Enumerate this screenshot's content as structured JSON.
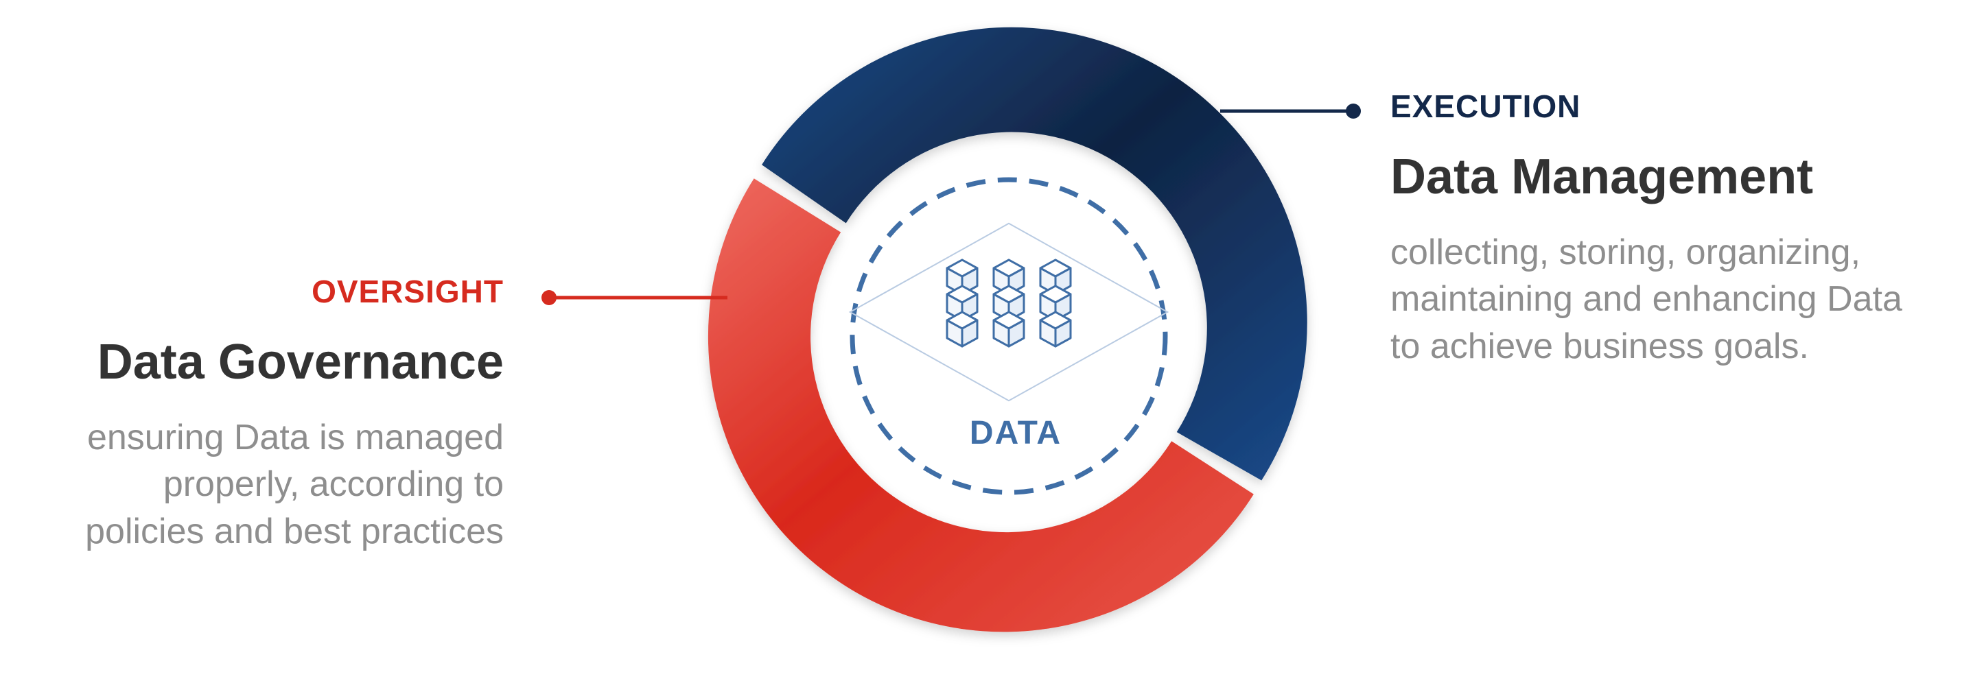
{
  "center": {
    "label": "DATA",
    "icon": "cubes-grid-icon"
  },
  "oversight": {
    "tag": "OVERSIGHT",
    "title": "Data Governance",
    "description_lines": [
      "ensuring Data is managed",
      "properly, according to",
      "policies and best practices"
    ],
    "color": "#d62b1f"
  },
  "execution": {
    "tag": "EXECUTION",
    "title": "Data Management",
    "description_lines": [
      "collecting, storing, organizing,",
      "maintaining and enhancing Data",
      "to achieve business goals."
    ],
    "color": "#13284a"
  }
}
